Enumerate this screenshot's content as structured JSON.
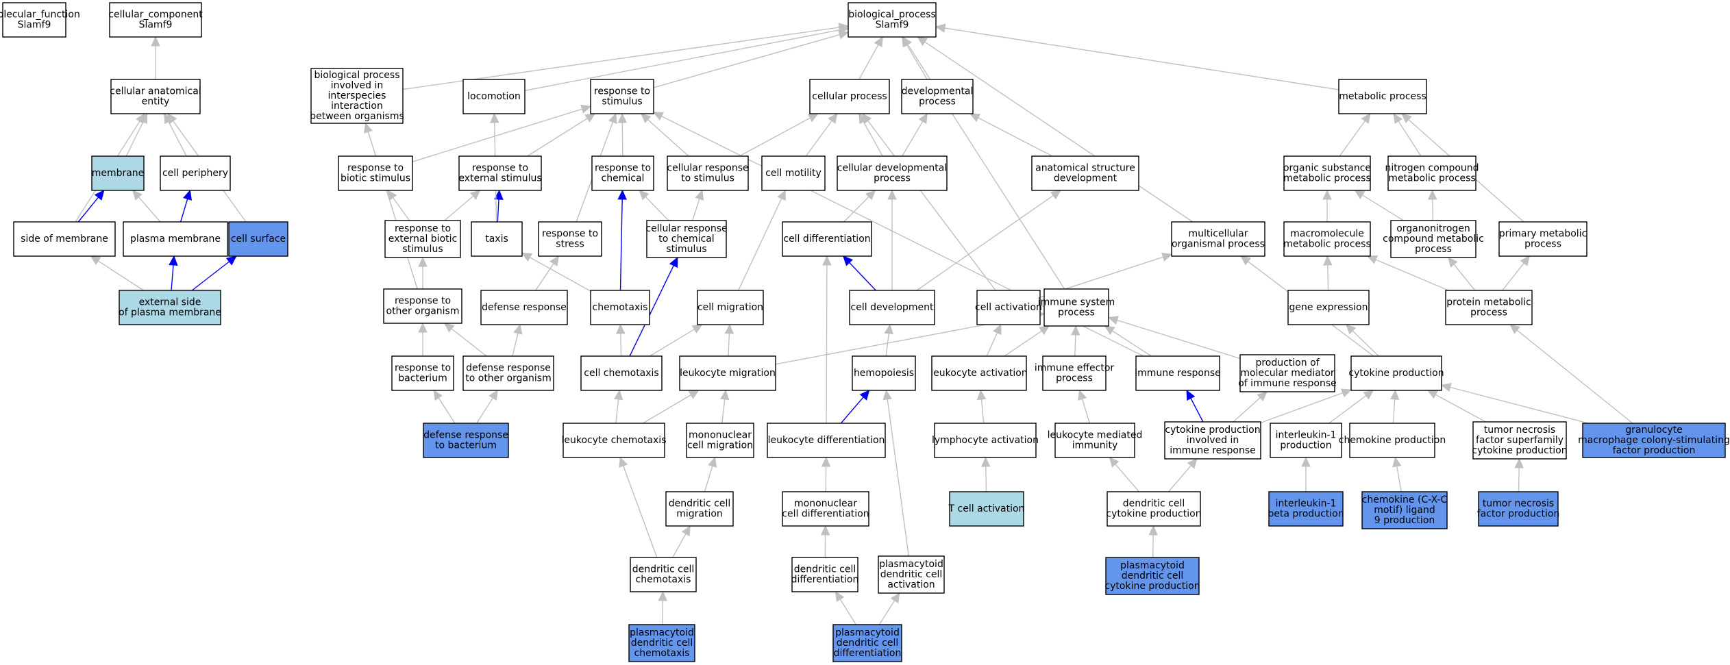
{
  "colors": {
    "default": "#ffffff",
    "light": "#add8e6",
    "dark": "#6495ed",
    "edge_gray": "#c0c0c0",
    "edge_blue": "#0000ee"
  },
  "nodes": [
    {
      "id": "mf",
      "lines": [
        "molecular_function",
        "Slamf9"
      ],
      "fill": "default"
    },
    {
      "id": "cc",
      "lines": [
        "cellular_component",
        "Slamf9"
      ],
      "fill": "default"
    },
    {
      "id": "bp",
      "lines": [
        "biological_process",
        "Slamf9"
      ],
      "fill": "default"
    },
    {
      "id": "cae",
      "lines": [
        "cellular anatomical",
        "entity"
      ],
      "fill": "default"
    },
    {
      "id": "membrane",
      "lines": [
        "membrane"
      ],
      "fill": "light"
    },
    {
      "id": "cper",
      "lines": [
        "cell periphery"
      ],
      "fill": "default"
    },
    {
      "id": "som",
      "lines": [
        "side of membrane"
      ],
      "fill": "default"
    },
    {
      "id": "pm",
      "lines": [
        "plasma membrane"
      ],
      "fill": "default"
    },
    {
      "id": "cs",
      "lines": [
        "cell surface"
      ],
      "fill": "dark"
    },
    {
      "id": "espm",
      "lines": [
        "external side",
        "of plasma membrane"
      ],
      "fill": "light"
    },
    {
      "id": "bpii",
      "lines": [
        "biological process",
        "involved in",
        "interspecies",
        "interaction",
        "between organisms"
      ],
      "fill": "default"
    },
    {
      "id": "loco",
      "lines": [
        "locomotion"
      ],
      "fill": "default"
    },
    {
      "id": "rts",
      "lines": [
        "response to",
        "stimulus"
      ],
      "fill": "default"
    },
    {
      "id": "cp",
      "lines": [
        "cellular process"
      ],
      "fill": "default"
    },
    {
      "id": "devp",
      "lines": [
        "developmental",
        "process"
      ],
      "fill": "default"
    },
    {
      "id": "metp",
      "lines": [
        "metabolic process"
      ],
      "fill": "default"
    },
    {
      "id": "rbs",
      "lines": [
        "response to",
        "biotic stimulus"
      ],
      "fill": "default"
    },
    {
      "id": "res",
      "lines": [
        "response to",
        "external stimulus"
      ],
      "fill": "default"
    },
    {
      "id": "rchem",
      "lines": [
        "response to",
        "chemical"
      ],
      "fill": "default"
    },
    {
      "id": "crs",
      "lines": [
        "cellular response",
        "to stimulus"
      ],
      "fill": "default"
    },
    {
      "id": "cmot",
      "lines": [
        "cell motility"
      ],
      "fill": "default"
    },
    {
      "id": "cdp",
      "lines": [
        "cellular developmental",
        "process"
      ],
      "fill": "default"
    },
    {
      "id": "asd",
      "lines": [
        "anatomical structure",
        "development"
      ],
      "fill": "default"
    },
    {
      "id": "osmp",
      "lines": [
        "organic substance",
        "metabolic process"
      ],
      "fill": "default"
    },
    {
      "id": "ncmp",
      "lines": [
        "nitrogen compound",
        "metabolic process"
      ],
      "fill": "default"
    },
    {
      "id": "rebs",
      "lines": [
        "response to",
        "external biotic",
        "stimulus"
      ],
      "fill": "default"
    },
    {
      "id": "taxis",
      "lines": [
        "taxis"
      ],
      "fill": "default"
    },
    {
      "id": "rstress",
      "lines": [
        "response to",
        "stress"
      ],
      "fill": "default"
    },
    {
      "id": "crcs",
      "lines": [
        "cellular response",
        "to chemical",
        "stimulus"
      ],
      "fill": "default"
    },
    {
      "id": "cdiff",
      "lines": [
        "cell differentiation"
      ],
      "fill": "default"
    },
    {
      "id": "mop",
      "lines": [
        "multicellular",
        "organismal process"
      ],
      "fill": "default"
    },
    {
      "id": "mmp",
      "lines": [
        "macromolecule",
        "metabolic process"
      ],
      "fill": "default"
    },
    {
      "id": "ocmp",
      "lines": [
        "organonitrogen",
        "compound metabolic",
        "process"
      ],
      "fill": "default"
    },
    {
      "id": "pmp",
      "lines": [
        "primary metabolic",
        "process"
      ],
      "fill": "default"
    },
    {
      "id": "rtoo",
      "lines": [
        "response to",
        "other organism"
      ],
      "fill": "default"
    },
    {
      "id": "dr",
      "lines": [
        "defense response"
      ],
      "fill": "default"
    },
    {
      "id": "chemo",
      "lines": [
        "chemotaxis"
      ],
      "fill": "default"
    },
    {
      "id": "cmig",
      "lines": [
        "cell migration"
      ],
      "fill": "default"
    },
    {
      "id": "cdev",
      "lines": [
        "cell development"
      ],
      "fill": "default"
    },
    {
      "id": "cact",
      "lines": [
        "cell activation"
      ],
      "fill": "default"
    },
    {
      "id": "isp",
      "lines": [
        "immune system",
        "process"
      ],
      "fill": "default"
    },
    {
      "id": "ge",
      "lines": [
        "gene expression"
      ],
      "fill": "default"
    },
    {
      "id": "protmp",
      "lines": [
        "protein metabolic",
        "process"
      ],
      "fill": "default"
    },
    {
      "id": "rtb",
      "lines": [
        "response to",
        "bacterium"
      ],
      "fill": "default"
    },
    {
      "id": "drtoo",
      "lines": [
        "defense response",
        "to other organism"
      ],
      "fill": "default"
    },
    {
      "id": "cchemo",
      "lines": [
        "cell chemotaxis"
      ],
      "fill": "default"
    },
    {
      "id": "lmig",
      "lines": [
        "leukocyte migration"
      ],
      "fill": "default"
    },
    {
      "id": "hemo",
      "lines": [
        "hemopoiesis"
      ],
      "fill": "default"
    },
    {
      "id": "lact",
      "lines": [
        "leukocyte activation"
      ],
      "fill": "default"
    },
    {
      "id": "iep",
      "lines": [
        "immune effector",
        "process"
      ],
      "fill": "default"
    },
    {
      "id": "ir",
      "lines": [
        "immune response"
      ],
      "fill": "default"
    },
    {
      "id": "pmmir",
      "lines": [
        "production of",
        "molecular mediator",
        "of immune response"
      ],
      "fill": "default"
    },
    {
      "id": "cytp",
      "lines": [
        "cytokine production"
      ],
      "fill": "default"
    },
    {
      "id": "gmcsf",
      "lines": [
        "granulocyte",
        "macrophage colony-stimulating",
        "factor production"
      ],
      "fill": "dark"
    },
    {
      "id": "drtb",
      "lines": [
        "defense response",
        "to bacterium"
      ],
      "fill": "dark"
    },
    {
      "id": "lchemo",
      "lines": [
        "leukocyte chemotaxis"
      ],
      "fill": "default"
    },
    {
      "id": "mcmig",
      "lines": [
        "mononuclear",
        "cell migration"
      ],
      "fill": "default"
    },
    {
      "id": "ldiff",
      "lines": [
        "leukocyte differentiation"
      ],
      "fill": "default"
    },
    {
      "id": "lyact",
      "lines": [
        "lymphocyte activation"
      ],
      "fill": "default"
    },
    {
      "id": "lmi",
      "lines": [
        "leukocyte mediated",
        "immunity"
      ],
      "fill": "default"
    },
    {
      "id": "cpiir",
      "lines": [
        "cytokine production",
        "involved in",
        "immune response"
      ],
      "fill": "default"
    },
    {
      "id": "il1p",
      "lines": [
        "interleukin-1",
        "production"
      ],
      "fill": "default"
    },
    {
      "id": "chemop",
      "lines": [
        "chemokine production"
      ],
      "fill": "default"
    },
    {
      "id": "tnfsf",
      "lines": [
        "tumor necrosis",
        "factor superfamily",
        "cytokine production"
      ],
      "fill": "default"
    },
    {
      "id": "tcact",
      "lines": [
        "T cell activation"
      ],
      "fill": "light"
    },
    {
      "id": "dcmig",
      "lines": [
        "dendritic cell",
        "migration"
      ],
      "fill": "default"
    },
    {
      "id": "mcdiff",
      "lines": [
        "mononuclear",
        "cell differentiation"
      ],
      "fill": "default"
    },
    {
      "id": "dccp",
      "lines": [
        "dendritic cell",
        "cytokine production"
      ],
      "fill": "default"
    },
    {
      "id": "il1bp",
      "lines": [
        "interleukin-1",
        "beta production"
      ],
      "fill": "dark"
    },
    {
      "id": "cxcl9",
      "lines": [
        "chemokine (C-X-C",
        "motif) ligand",
        "9 production"
      ],
      "fill": "dark"
    },
    {
      "id": "tnfp",
      "lines": [
        "tumor necrosis",
        "factor production"
      ],
      "fill": "dark"
    },
    {
      "id": "dcchemo",
      "lines": [
        "dendritic cell",
        "chemotaxis"
      ],
      "fill": "default"
    },
    {
      "id": "dcdiff",
      "lines": [
        "dendritic cell",
        "differentiation"
      ],
      "fill": "default"
    },
    {
      "id": "pdcact",
      "lines": [
        "plasmacytoid",
        "dendritic cell",
        "activation"
      ],
      "fill": "default"
    },
    {
      "id": "pdccp",
      "lines": [
        "plasmacytoid",
        "dendritic cell",
        "cytokine production"
      ],
      "fill": "dark"
    },
    {
      "id": "pdcchemo",
      "lines": [
        "plasmacytoid",
        "dendritic cell",
        "chemotaxis"
      ],
      "fill": "dark"
    },
    {
      "id": "pdcdiff",
      "lines": [
        "plasmacytoid",
        "dendritic cell",
        "differentiation"
      ],
      "fill": "dark"
    }
  ],
  "edges": [
    {
      "child": "cae",
      "parent": "cc",
      "color": "edge_gray"
    },
    {
      "child": "membrane",
      "parent": "cae",
      "color": "edge_gray"
    },
    {
      "child": "cper",
      "parent": "cae",
      "color": "edge_gray"
    },
    {
      "child": "som",
      "parent": "cae",
      "color": "edge_gray"
    },
    {
      "child": "cs",
      "parent": "cae",
      "color": "edge_gray"
    },
    {
      "child": "som",
      "parent": "membrane",
      "color": "edge_blue"
    },
    {
      "child": "pm",
      "parent": "membrane",
      "color": "edge_gray"
    },
    {
      "child": "pm",
      "parent": "cper",
      "color": "edge_blue"
    },
    {
      "child": "espm",
      "parent": "som",
      "color": "edge_gray"
    },
    {
      "child": "espm",
      "parent": "pm",
      "color": "edge_blue"
    },
    {
      "child": "espm",
      "parent": "cs",
      "color": "edge_blue"
    },
    {
      "child": "bpii",
      "parent": "bp",
      "color": "edge_gray"
    },
    {
      "child": "loco",
      "parent": "bp",
      "color": "edge_gray"
    },
    {
      "child": "rts",
      "parent": "bp",
      "color": "edge_gray"
    },
    {
      "child": "cp",
      "parent": "bp",
      "color": "edge_gray"
    },
    {
      "child": "devp",
      "parent": "bp",
      "color": "edge_gray"
    },
    {
      "child": "metp",
      "parent": "bp",
      "color": "edge_gray"
    },
    {
      "child": "mop",
      "parent": "bp",
      "color": "edge_gray"
    },
    {
      "child": "isp",
      "parent": "bp",
      "color": "edge_gray"
    },
    {
      "child": "rbs",
      "parent": "rts",
      "color": "edge_gray"
    },
    {
      "child": "res",
      "parent": "rts",
      "color": "edge_gray"
    },
    {
      "child": "rchem",
      "parent": "rts",
      "color": "edge_gray"
    },
    {
      "child": "crs",
      "parent": "rts",
      "color": "edge_gray"
    },
    {
      "child": "rstress",
      "parent": "rts",
      "color": "edge_gray"
    },
    {
      "child": "ir",
      "parent": "rts",
      "color": "edge_gray"
    },
    {
      "child": "crs",
      "parent": "cp",
      "color": "edge_gray"
    },
    {
      "child": "cmot",
      "parent": "cp",
      "color": "edge_gray"
    },
    {
      "child": "cdp",
      "parent": "cp",
      "color": "edge_gray"
    },
    {
      "child": "cact",
      "parent": "cp",
      "color": "edge_gray"
    },
    {
      "child": "cdp",
      "parent": "devp",
      "color": "edge_gray"
    },
    {
      "child": "asd",
      "parent": "devp",
      "color": "edge_gray"
    },
    {
      "child": "osmp",
      "parent": "metp",
      "color": "edge_gray"
    },
    {
      "child": "ncmp",
      "parent": "metp",
      "color": "edge_gray"
    },
    {
      "child": "pmp",
      "parent": "metp",
      "color": "edge_gray"
    },
    {
      "child": "rebs",
      "parent": "rbs",
      "color": "edge_gray"
    },
    {
      "child": "rebs",
      "parent": "res",
      "color": "edge_gray"
    },
    {
      "child": "taxis",
      "parent": "res",
      "color": "edge_blue"
    },
    {
      "child": "taxis",
      "parent": "loco",
      "color": "edge_gray"
    },
    {
      "child": "chemo",
      "parent": "rchem",
      "color": "edge_blue"
    },
    {
      "child": "crcs",
      "parent": "rchem",
      "color": "edge_gray"
    },
    {
      "child": "crcs",
      "parent": "crs",
      "color": "edge_gray"
    },
    {
      "child": "cmig",
      "parent": "cmot",
      "color": "edge_gray"
    },
    {
      "child": "cdiff",
      "parent": "cdp",
      "color": "edge_gray"
    },
    {
      "child": "cdev",
      "parent": "cdp",
      "color": "edge_gray"
    },
    {
      "child": "cdev",
      "parent": "asd",
      "color": "edge_gray"
    },
    {
      "child": "mmp",
      "parent": "osmp",
      "color": "edge_gray"
    },
    {
      "child": "ocmp",
      "parent": "osmp",
      "color": "edge_gray"
    },
    {
      "child": "ocmp",
      "parent": "ncmp",
      "color": "edge_gray"
    },
    {
      "child": "rtoo",
      "parent": "rebs",
      "color": "edge_gray"
    },
    {
      "child": "rtoo",
      "parent": "bpii",
      "color": "edge_gray"
    },
    {
      "child": "chemo",
      "parent": "taxis",
      "color": "edge_gray"
    },
    {
      "child": "dr",
      "parent": "rstress",
      "color": "edge_gray"
    },
    {
      "child": "cchemo",
      "parent": "crcs",
      "color": "edge_blue"
    },
    {
      "child": "cchemo",
      "parent": "chemo",
      "color": "edge_gray"
    },
    {
      "child": "cchemo",
      "parent": "cmig",
      "color": "edge_gray"
    },
    {
      "child": "lmig",
      "parent": "cmig",
      "color": "edge_gray"
    },
    {
      "child": "lmig",
      "parent": "isp",
      "color": "edge_gray"
    },
    {
      "child": "cdev",
      "parent": "cdiff",
      "color": "edge_blue"
    },
    {
      "child": "ldiff",
      "parent": "cdiff",
      "color": "edge_gray"
    },
    {
      "child": "cact",
      "parent": "mop",
      "color": "edge_gray"
    },
    {
      "child": "ge",
      "parent": "mmp",
      "color": "edge_gray"
    },
    {
      "child": "protmp",
      "parent": "mmp",
      "color": "edge_gray"
    },
    {
      "child": "protmp",
      "parent": "ocmp",
      "color": "edge_gray"
    },
    {
      "child": "protmp",
      "parent": "pmp",
      "color": "edge_gray"
    },
    {
      "child": "cytp",
      "parent": "mop",
      "color": "edge_gray"
    },
    {
      "child": "rtb",
      "parent": "rtoo",
      "color": "edge_gray"
    },
    {
      "child": "drtoo",
      "parent": "rtoo",
      "color": "edge_gray"
    },
    {
      "child": "drtoo",
      "parent": "dr",
      "color": "edge_gray"
    },
    {
      "child": "hemo",
      "parent": "cdev",
      "color": "edge_gray"
    },
    {
      "child": "lact",
      "parent": "cact",
      "color": "edge_gray"
    },
    {
      "child": "lact",
      "parent": "isp",
      "color": "edge_gray"
    },
    {
      "child": "iep",
      "parent": "isp",
      "color": "edge_gray"
    },
    {
      "child": "ir",
      "parent": "isp",
      "color": "edge_gray"
    },
    {
      "child": "pmmir",
      "parent": "isp",
      "color": "edge_gray"
    },
    {
      "child": "cytp",
      "parent": "ge",
      "color": "edge_gray"
    },
    {
      "child": "gmcsf",
      "parent": "protmp",
      "color": "edge_gray"
    },
    {
      "child": "gmcsf",
      "parent": "cytp",
      "color": "edge_gray"
    },
    {
      "child": "drtb",
      "parent": "rtb",
      "color": "edge_gray"
    },
    {
      "child": "drtb",
      "parent": "drtoo",
      "color": "edge_gray"
    },
    {
      "child": "lchemo",
      "parent": "lmig",
      "color": "edge_gray"
    },
    {
      "child": "lchemo",
      "parent": "cchemo",
      "color": "edge_gray"
    },
    {
      "child": "mcmig",
      "parent": "lmig",
      "color": "edge_gray"
    },
    {
      "child": "ldiff",
      "parent": "hemo",
      "color": "edge_blue"
    },
    {
      "child": "lyact",
      "parent": "lact",
      "color": "edge_gray"
    },
    {
      "child": "lmi",
      "parent": "iep",
      "color": "edge_gray"
    },
    {
      "child": "cpiir",
      "parent": "ir",
      "color": "edge_blue"
    },
    {
      "child": "cpiir",
      "parent": "pmmir",
      "color": "edge_gray"
    },
    {
      "child": "cpiir",
      "parent": "cytp",
      "color": "edge_gray"
    },
    {
      "child": "il1p",
      "parent": "cytp",
      "color": "edge_gray"
    },
    {
      "child": "chemop",
      "parent": "cytp",
      "color": "edge_gray"
    },
    {
      "child": "tnfsf",
      "parent": "cytp",
      "color": "edge_gray"
    },
    {
      "child": "tcact",
      "parent": "lyact",
      "color": "edge_gray"
    },
    {
      "child": "dcmig",
      "parent": "mcmig",
      "color": "edge_gray"
    },
    {
      "child": "mcdiff",
      "parent": "ldiff",
      "color": "edge_gray"
    },
    {
      "child": "dccp",
      "parent": "lmi",
      "color": "edge_gray"
    },
    {
      "child": "dccp",
      "parent": "cpiir",
      "color": "edge_gray"
    },
    {
      "child": "il1bp",
      "parent": "il1p",
      "color": "edge_gray"
    },
    {
      "child": "cxcl9",
      "parent": "chemop",
      "color": "edge_gray"
    },
    {
      "child": "tnfp",
      "parent": "tnfsf",
      "color": "edge_gray"
    },
    {
      "child": "dcchemo",
      "parent": "dcmig",
      "color": "edge_gray"
    },
    {
      "child": "dcchemo",
      "parent": "lchemo",
      "color": "edge_gray"
    },
    {
      "child": "dcdiff",
      "parent": "mcdiff",
      "color": "edge_gray"
    },
    {
      "child": "pdcact",
      "parent": "hemo",
      "color": "edge_gray"
    },
    {
      "child": "pdccp",
      "parent": "dccp",
      "color": "edge_gray"
    },
    {
      "child": "pdcchemo",
      "parent": "dcchemo",
      "color": "edge_gray"
    },
    {
      "child": "pdcdiff",
      "parent": "dcdiff",
      "color": "edge_gray"
    },
    {
      "child": "pdcdiff",
      "parent": "pdcact",
      "color": "edge_gray"
    }
  ]
}
